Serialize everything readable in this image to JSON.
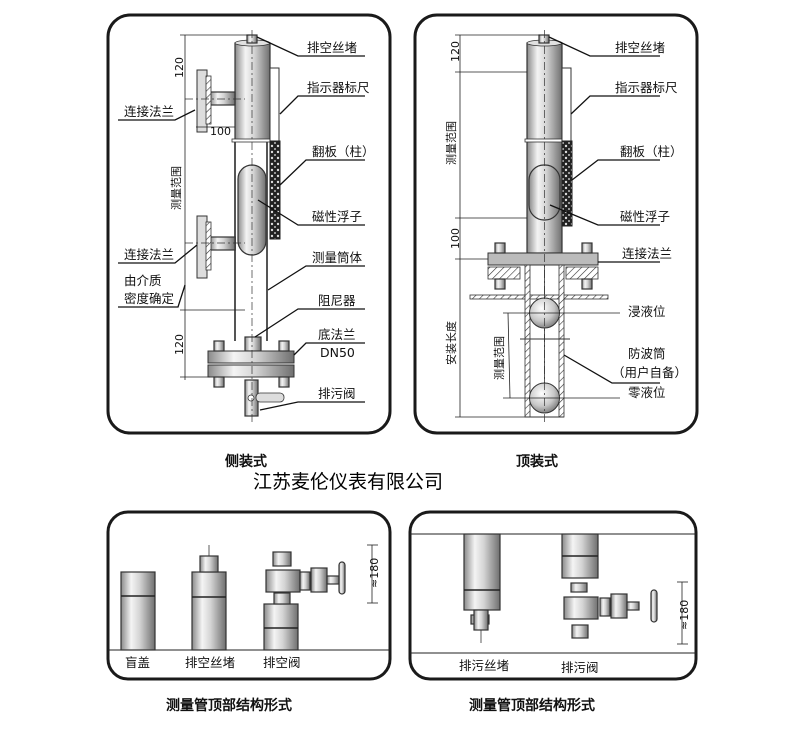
{
  "company_name": "江苏麦伦仪表有限公司",
  "side_mount": {
    "caption": "侧装式",
    "labels": {
      "vent_plug": "排空丝堵",
      "indicator_scale": "指示器标尺",
      "flip_plate": "翻板（柱）",
      "magnetic_float": "磁性浮子",
      "measuring_tube": "测量筒体",
      "damper": "阻尼器",
      "bottom_flange": "底法兰",
      "bottom_flange_size": "DN50",
      "drain_valve": "排污阀",
      "connect_flange_top": "连接法兰",
      "connect_flange_bottom": "连接法兰",
      "density_note_line1": "由介质",
      "density_note_line2": "密度确定",
      "measuring_range": "测量范围"
    },
    "dimensions": {
      "top_offset": "120",
      "flange_distance": "100",
      "bottom_offset": "120"
    }
  },
  "top_mount": {
    "caption": "顶装式",
    "labels": {
      "vent_plug": "排空丝堵",
      "indicator_scale": "指示器标尺",
      "flip_plate": "翻板（柱）",
      "magnetic_float": "磁性浮子",
      "connect_flange": "连接法兰",
      "immersion_level": "浸液位",
      "wave_tube_line1": "防波筒",
      "wave_tube_line2": "（用户自备）",
      "zero_level": "零液位",
      "measuring_range": "测量范围",
      "install_length": "安装长度"
    },
    "dimensions": {
      "top_offset": "120",
      "flange_offset": "100"
    }
  },
  "top_structure": {
    "caption": "测量管顶部结构形式",
    "items": [
      "盲盖",
      "排空丝堵",
      "排空阀"
    ],
    "dimension": "≈180"
  },
  "bottom_structure": {
    "caption": "测量管顶部结构形式",
    "items": [
      "排污丝堵",
      "排污阀"
    ],
    "dimension": "≈180"
  }
}
